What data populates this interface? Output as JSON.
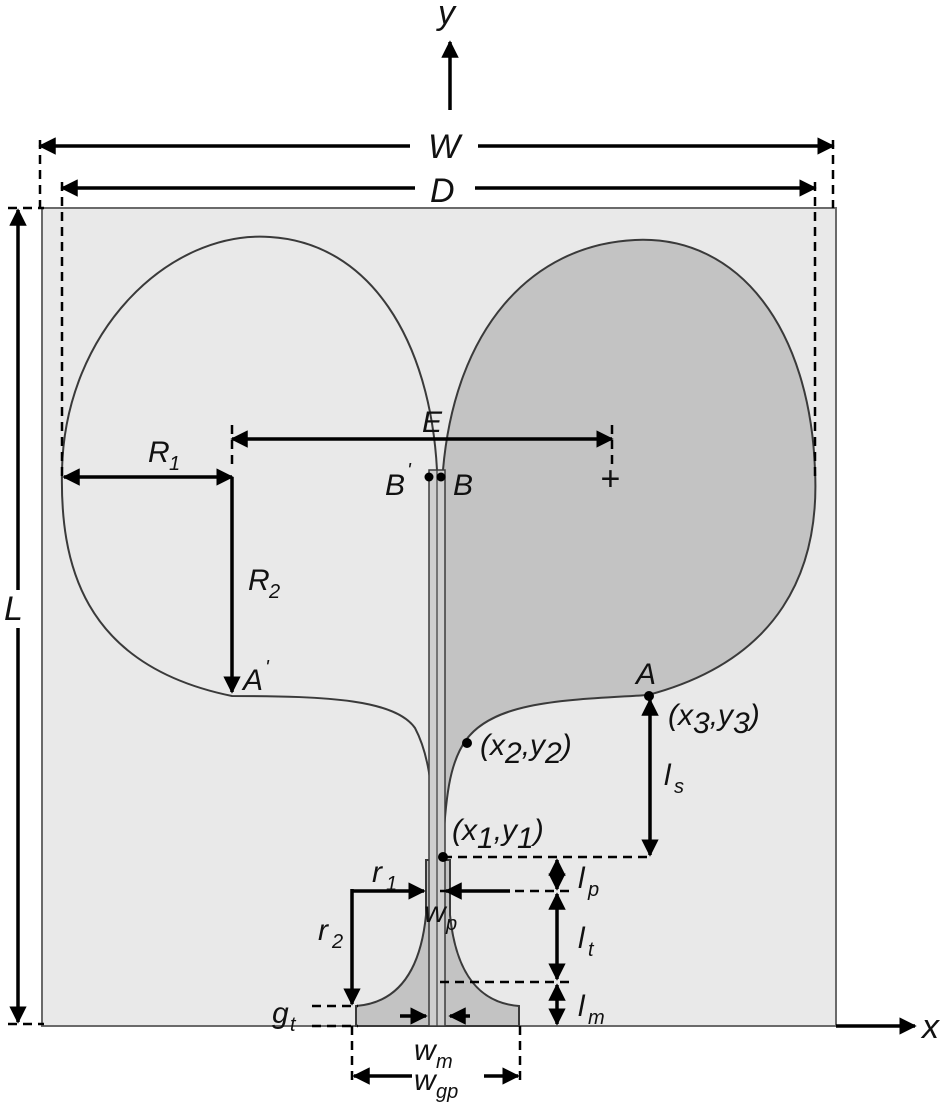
{
  "colors": {
    "substrate": "#e9e9e9",
    "substrate_border": "#6a6a6a",
    "patch_fill": "#c3c3c3",
    "outline": "#3a3a3a",
    "ink": "#000000",
    "page": "#ffffff"
  },
  "axes": {
    "x_label": "x",
    "y_label": "y"
  },
  "dimensions": {
    "W": "W",
    "D": "D",
    "L": "L",
    "R1": "R",
    "R1_sub": "1",
    "R2": "R",
    "R2_sub": "2",
    "r1": "r",
    "r1_sub": "1",
    "r2": "r",
    "r2_sub": "2",
    "ls": "l",
    "ls_sub": "s",
    "lp": "l",
    "lp_sub": "p",
    "lt": "l",
    "lt_sub": "t",
    "lm": "l",
    "lm_sub": "m",
    "wp": "w",
    "wp_sub": "p",
    "wm": "w",
    "wm_sub": "m",
    "wgp": "w",
    "wgp_sub": "gp",
    "gt": "g",
    "gt_sub": "t"
  },
  "points": {
    "E": "E",
    "B": "B",
    "B_prime": "B",
    "A": "A",
    "A_prime": "A",
    "prime_mark": "'",
    "plus": "+",
    "p1_open": "(x",
    "p1_sub1": "1",
    "p1_mid": ",y",
    "p1_sub2": "1",
    "p1_close": ")",
    "p2_open": "(x",
    "p2_sub1": "2",
    "p2_mid": ",y",
    "p2_sub2": "2",
    "p2_close": ")",
    "p3_open": "(x",
    "p3_sub1": "3",
    "p3_mid": ",y",
    "p3_sub2": "3",
    "p3_close": ")"
  }
}
